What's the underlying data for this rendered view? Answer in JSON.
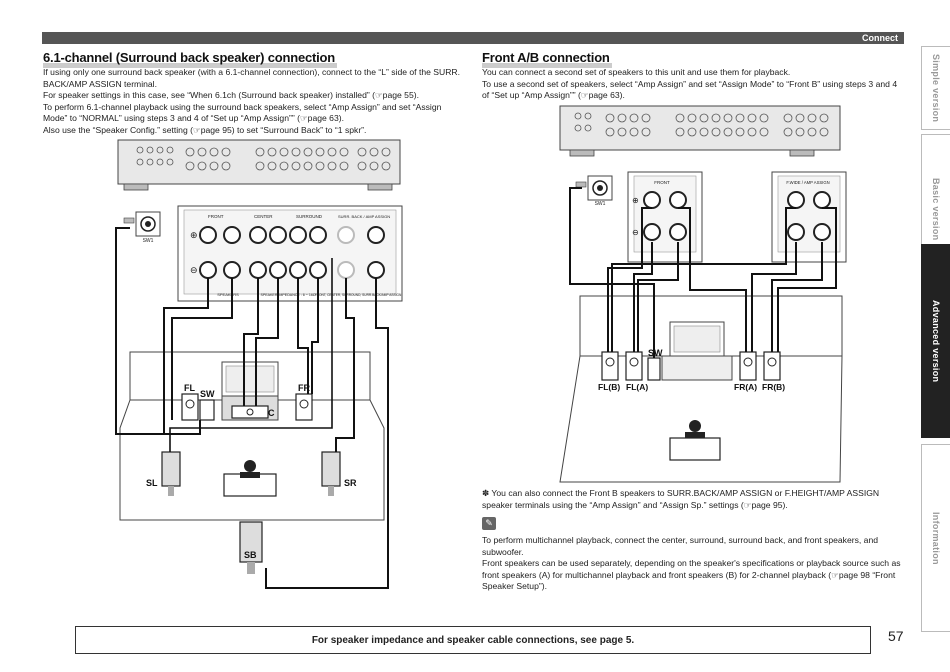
{
  "header": {
    "section_label": "Connect"
  },
  "side_tabs": [
    {
      "label": "Simple version",
      "active": false
    },
    {
      "label": "Basic version",
      "active": false
    },
    {
      "label": "Advanced version",
      "active": true
    },
    {
      "label": "Information",
      "active": false
    }
  ],
  "left": {
    "title": "6.1-channel (Surround back speaker) connection",
    "paragraphs": [
      "If using only one surround back speaker (with a 6.1-channel connection), connect to the “L” side of the SURR. BACK/AMP ASSIGN terminal.",
      "For speaker settings in this case, see “When 6.1ch (Surround back speaker) installed” (☞page 55).",
      "To perform 6.1-channel playback using the surround back speakers, select “Amp Assign” and set “Assign Mode” to “NORMAL” using steps 3 and 4 of “Set up “Amp Assign”” (☞page 63).",
      "Also use the “Speaker Config.” setting (☞page 95) to set “Surround Back” to “1 spkr”."
    ],
    "diagram": {
      "terminal_labels": [
        "FRONT",
        "CENTER",
        "SURROUND",
        "SURR. BACK / AMP ASSIGN"
      ],
      "panel_labels": [
        "SPEAKERS",
        "SPEAKER IMPEDANCE : 6 ~ 16Ω",
        "FRONT, CENTER, SURROUND, SURR.BACK/AMP ASSIGN"
      ],
      "sw_terminal": "SW1",
      "speakers": {
        "fl": "FL",
        "fr": "FR",
        "sw": "SW",
        "c": "C",
        "sl": "SL",
        "sr": "SR",
        "sb": "SB"
      }
    }
  },
  "right": {
    "title": "Front A/B connection",
    "paragraphs": [
      "You can connect a second set of speakers to this unit and use them for playback.",
      "To use a second set of speakers, select “Amp Assign” and set “Assign Mode” to “Front B” using steps 3 and 4 of “Set up “Amp Assign”” (☞page 63)."
    ],
    "diagram": {
      "terminal_labels": [
        "FRONT",
        "F.WIDE / AMP ASSIGN"
      ],
      "sw_terminal": "SW1",
      "speakers": {
        "flb": "FL(B)",
        "fla": "FL(A)",
        "sw": "SW",
        "fra": "FR(A)",
        "frb": "FR(B)"
      }
    },
    "footnote": "✽  You can also connect the Front B speakers to SURR.BACK/AMP ASSIGN or F.HEIGHT/AMP ASSIGN speaker terminals using the “Amp Assign” and “Assign Sp.” settings (☞page 95).",
    "note_paragraphs": [
      "To perform multichannel playback, connect the center, surround, surround back, and front speakers, and subwoofer.",
      "Front speakers can be used separately, depending on the speaker's specifications or playback source such as front speakers (A) for multichannel playback and front speakers (B) for 2-channel playback (☞page 98 “Front Speaker Setup”)."
    ]
  },
  "footer": {
    "notice": "For speaker impedance and speaker cable connections, see page 5.",
    "page_number": "57"
  }
}
